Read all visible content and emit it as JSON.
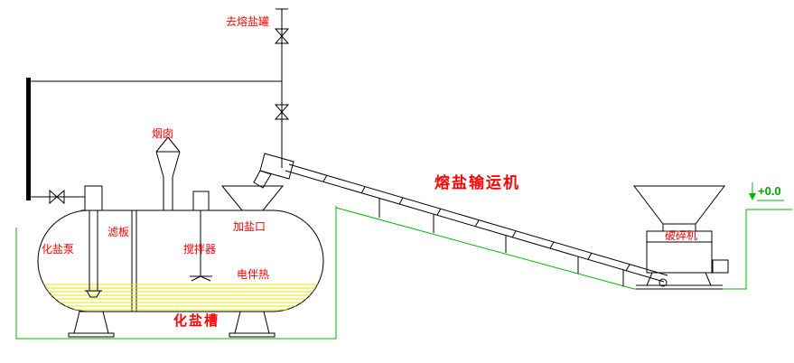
{
  "drawing": {
    "labels": {
      "to_molten_salt_tank": "去熔盐罐",
      "chimney": "烟囱",
      "salt_pump": "化盐泵",
      "filter_plate": "滤板",
      "agitator": "搅拌器",
      "salt_feed_port": "加盐口",
      "electric_heat_tracing": "电伴热",
      "salt_dissolving_tank": "化盐槽",
      "molten_salt_conveyor": "熔盐输运机",
      "crusher": "破碎机",
      "elevation_mark": "+0.0"
    },
    "colors": {
      "line": "#000000",
      "label": "#ff0000",
      "ground": "#00b400",
      "liquid": "#e6e600"
    }
  }
}
